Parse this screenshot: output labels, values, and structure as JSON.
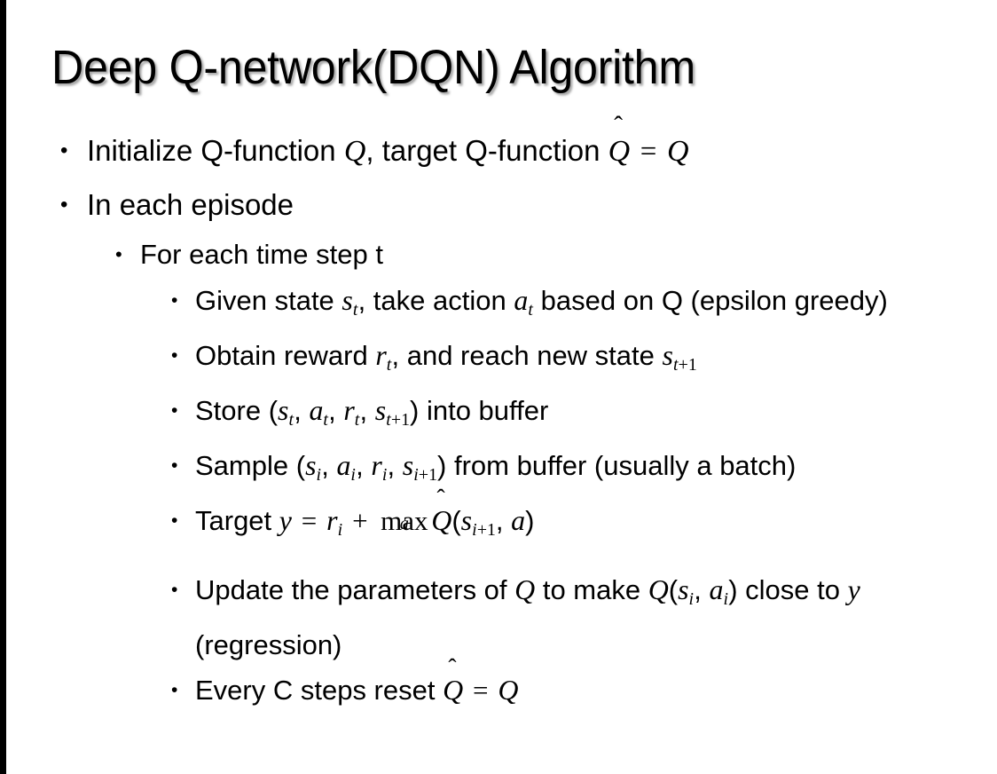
{
  "slide": {
    "title": "Deep Q-network(DQN) Algorithm",
    "bullet_glyph": "•",
    "hat_glyph": "̂",
    "background_color": "#ffffff",
    "text_color": "#000000",
    "edge_bar_color": "#000000"
  },
  "content": {
    "items": [
      {
        "level": 1,
        "id": "initialize",
        "text": "Initialize Q-function Q, target Q-function Q̂ = Q",
        "parts": [
          {
            "t": "plain",
            "v": "Initialize Q-function "
          },
          {
            "t": "math",
            "v": "Q"
          },
          {
            "t": "plain",
            "v": ", target Q-function "
          },
          {
            "t": "hat",
            "v": "Q"
          },
          {
            "t": "op",
            "v": "="
          },
          {
            "t": "math",
            "v": "Q"
          }
        ]
      },
      {
        "level": 1,
        "id": "in-each-episode",
        "text": "In each episode",
        "parts": [
          {
            "t": "plain",
            "v": "In each episode"
          }
        ]
      },
      {
        "level": 2,
        "id": "for-each-time-step",
        "text": "For each time step t",
        "parts": [
          {
            "t": "plain",
            "v": "For each time step t"
          }
        ]
      },
      {
        "level": 3,
        "id": "given-state",
        "text": "Given state s_t, take action a_t based on Q (epsilon greedy)",
        "parts": [
          {
            "t": "plain",
            "v": "Given state "
          },
          {
            "t": "mathsub",
            "v": "s",
            "sub": "t"
          },
          {
            "t": "plain",
            "v": ", take action "
          },
          {
            "t": "mathsub",
            "v": "a",
            "sub": "t"
          },
          {
            "t": "plain",
            "v": " based on Q (epsilon greedy)"
          }
        ]
      },
      {
        "level": 3,
        "id": "obtain-reward",
        "text": "Obtain reward r_t, and reach new state s_t+1",
        "parts": [
          {
            "t": "plain",
            "v": "Obtain reward "
          },
          {
            "t": "mathsub",
            "v": "r",
            "sub": "t"
          },
          {
            "t": "plain",
            "v": ", and reach new state "
          },
          {
            "t": "mathsub",
            "v": "s",
            "sub": "t+1"
          }
        ]
      },
      {
        "level": 3,
        "id": "store",
        "text": "Store (s_t, a_t, r_t, s_t+1) into buffer",
        "parts": [
          {
            "t": "plain",
            "v": "Store "
          },
          {
            "t": "tuple",
            "v": "(s_t, a_t, r_t, s_t+1)"
          },
          {
            "t": "plain",
            "v": " into buffer"
          }
        ]
      },
      {
        "level": 3,
        "id": "sample",
        "text": "Sample (s_i, a_i, r_i, s_i+1) from buffer (usually a batch)",
        "parts": [
          {
            "t": "plain",
            "v": "Sample "
          },
          {
            "t": "tuple",
            "v": "(s_i, a_i, r_i, s_i+1)"
          },
          {
            "t": "plain",
            "v": " from buffer (usually a batch)"
          }
        ]
      },
      {
        "level": 3,
        "id": "target",
        "text": "Target y = r_i + max_a Q̂(s_i+1, a)",
        "max_operator": "max",
        "max_limit": "a",
        "parts": [
          {
            "t": "plain",
            "v": "Target "
          },
          {
            "t": "math",
            "v": "y"
          },
          {
            "t": "op",
            "v": "="
          },
          {
            "t": "mathsub",
            "v": "r",
            "sub": "i"
          },
          {
            "t": "op",
            "v": "+"
          },
          {
            "t": "maxop",
            "v": "max",
            "lim": "a"
          },
          {
            "t": "hat",
            "v": "Q"
          },
          {
            "t": "plain",
            "v": "("
          },
          {
            "t": "mathsub",
            "v": "s",
            "sub": "i+1"
          },
          {
            "t": "plain",
            "v": ", "
          },
          {
            "t": "math",
            "v": "a"
          },
          {
            "t": "plain",
            "v": ")"
          }
        ]
      },
      {
        "level": 3,
        "id": "update-parameters",
        "text": "Update the parameters of Q to make Q(s_i, a_i) close to y (regression)",
        "parts": [
          {
            "t": "plain",
            "v": "Update the parameters of "
          },
          {
            "t": "math",
            "v": "Q"
          },
          {
            "t": "plain",
            "v": " to make "
          },
          {
            "t": "math",
            "v": "Q"
          },
          {
            "t": "plain",
            "v": "("
          },
          {
            "t": "mathsub",
            "v": "s",
            "sub": "i"
          },
          {
            "t": "plain",
            "v": ", "
          },
          {
            "t": "mathsub",
            "v": "a",
            "sub": "i"
          },
          {
            "t": "plain",
            "v": ") close to "
          },
          {
            "t": "math",
            "v": "y"
          },
          {
            "t": "plain",
            "v": " (regression)"
          }
        ]
      },
      {
        "level": 3,
        "id": "every-c-steps",
        "text": "Every C steps reset Q̂ = Q",
        "parts": [
          {
            "t": "plain",
            "v": "Every C steps reset "
          },
          {
            "t": "hat",
            "v": "Q"
          },
          {
            "t": "op",
            "v": "="
          },
          {
            "t": "math",
            "v": "Q"
          }
        ]
      }
    ]
  }
}
